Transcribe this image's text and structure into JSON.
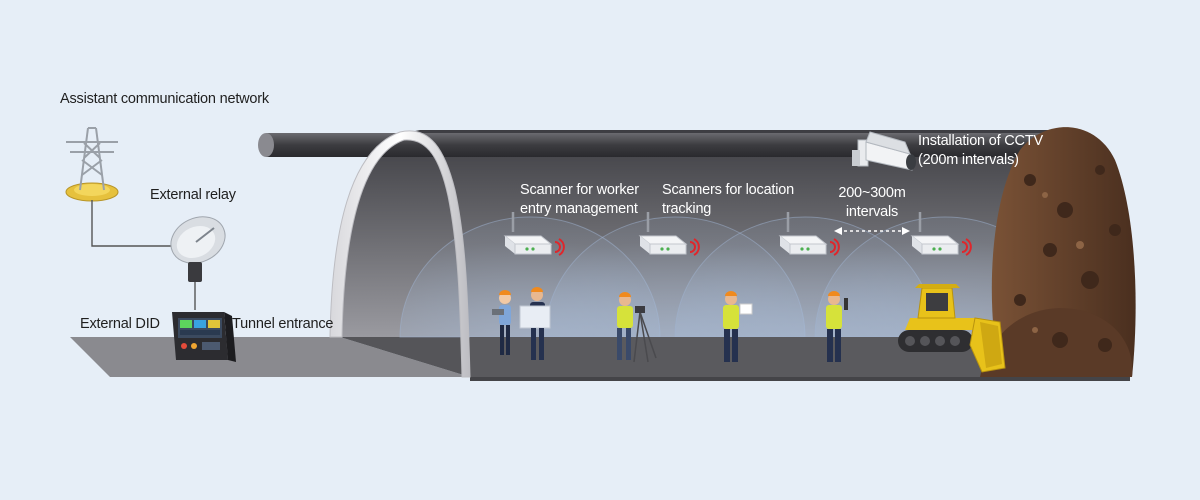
{
  "labels": {
    "assistant_network": "Assistant communication network",
    "external_relay": "External relay",
    "external_did": "External DID",
    "tunnel_entrance": "Tunnel entrance",
    "scanner_worker_line1": "Scanner for worker",
    "scanner_worker_line2": "entry management",
    "scanner_location_line1": "Scanners for location",
    "scanner_location_line2": "tracking",
    "interval_line1": "200~300m",
    "interval_line2": "intervals",
    "cctv_line1": "Installation of CCTV",
    "cctv_line2": "(200m intervals)"
  },
  "colors": {
    "background": "#e6eef7",
    "tunnel_gray": "#6a6a6e",
    "signal_red": "#e0262b",
    "vest_yellow": "#d6e23a",
    "helmet_orange": "#f08a1e",
    "bulldozer_yellow": "#e8c21a",
    "soil_brown": "#5b3a26"
  },
  "icons": [
    "transmission-tower-icon",
    "satellite-dish-icon",
    "did-panel-icon",
    "wireless-scanner-icon",
    "cctv-camera-icon",
    "worker-icon",
    "bulldozer-icon"
  ]
}
